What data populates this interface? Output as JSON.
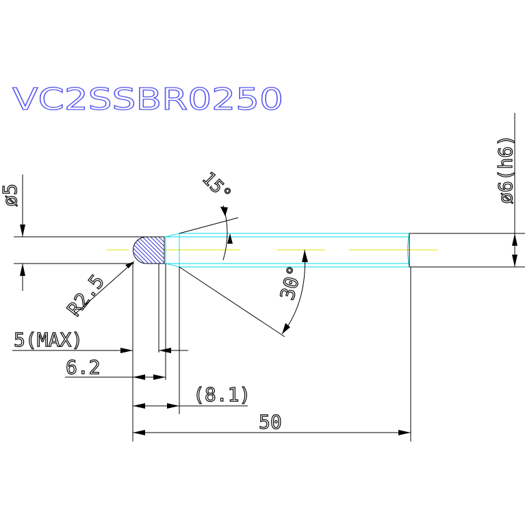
{
  "drawing": {
    "part_number": "VC2SSBR0250",
    "dimensions": {
      "tip_diameter": "ø5",
      "shank_diameter": "ø6(h6)",
      "radius": "R2.5",
      "taper_angle": "15°",
      "neck_angle": "30°",
      "max_length": "5(MAX)",
      "ball_length": "6.2",
      "neck_length": "(8.1)",
      "overall_length": "50"
    },
    "colors": {
      "background": "#ffffff",
      "title": "#5555ee",
      "body_outline": "#00d8e8",
      "center_line": "#e8e000",
      "dimension": "#000000",
      "hatch": "#3333cc"
    }
  }
}
